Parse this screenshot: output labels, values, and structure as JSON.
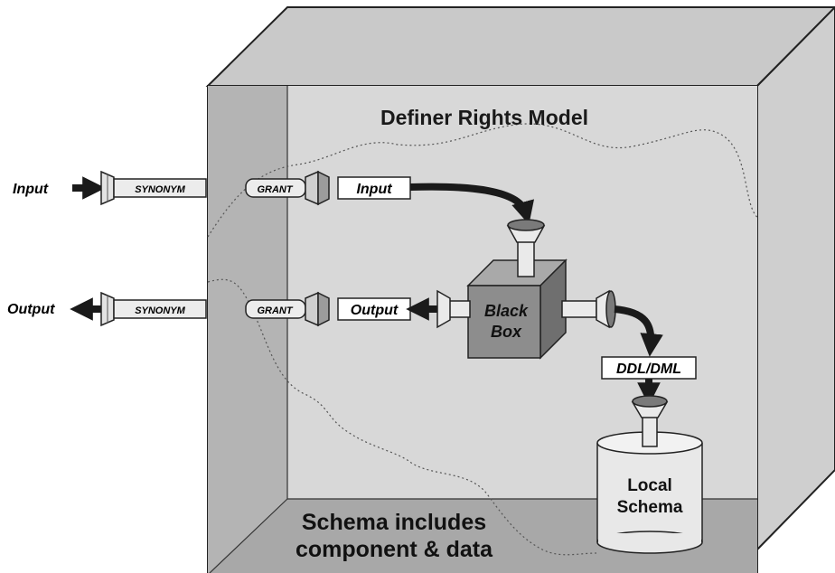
{
  "title": "Definer Rights Model",
  "external": {
    "input_label": "Input",
    "output_label": "Output",
    "synonym_label": "SYNONYM"
  },
  "boundary": {
    "grant_label": "GRANT",
    "input_label": "Input",
    "output_label": "Output"
  },
  "black_box": {
    "line1": "Black",
    "line2": "Box"
  },
  "ddl_label": "DDL/DML",
  "schema": {
    "line1": "Local",
    "line2": "Schema"
  },
  "footer": {
    "line1": "Schema includes",
    "line2": "component & data"
  },
  "colors": {
    "outer_wall": "#c6c6c6",
    "inner_panel": "#d9d9d9",
    "floor": "#a9a9a9",
    "black_box_front": "#8d8d8d",
    "arrow": "#1a1a1a"
  }
}
